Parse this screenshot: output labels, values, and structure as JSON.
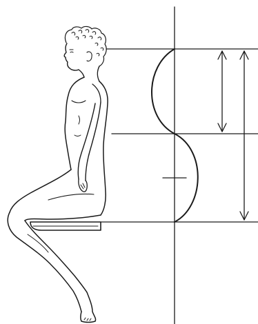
{
  "figure": {
    "subject": "seated-figure-spine-curvature",
    "colors": {
      "ink": "#1a1a1a",
      "background": "#ffffff"
    }
  },
  "measurements": {
    "upper_segment_arrow": "double-headed",
    "full_length_arrow": "double-headed"
  }
}
